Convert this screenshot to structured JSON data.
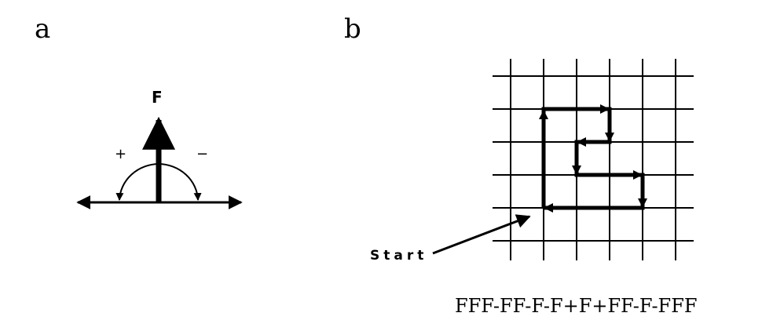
{
  "panels": {
    "a": {
      "label": "a",
      "forward_label": "F",
      "plus_label": "+",
      "minus_label": "−"
    },
    "b": {
      "label": "b",
      "start_label": "Start",
      "command_string": "FFF-FF-F-F+F+FF-F-FFF"
    }
  },
  "colors": {
    "ink": "#000000",
    "background": "#ffffff"
  }
}
